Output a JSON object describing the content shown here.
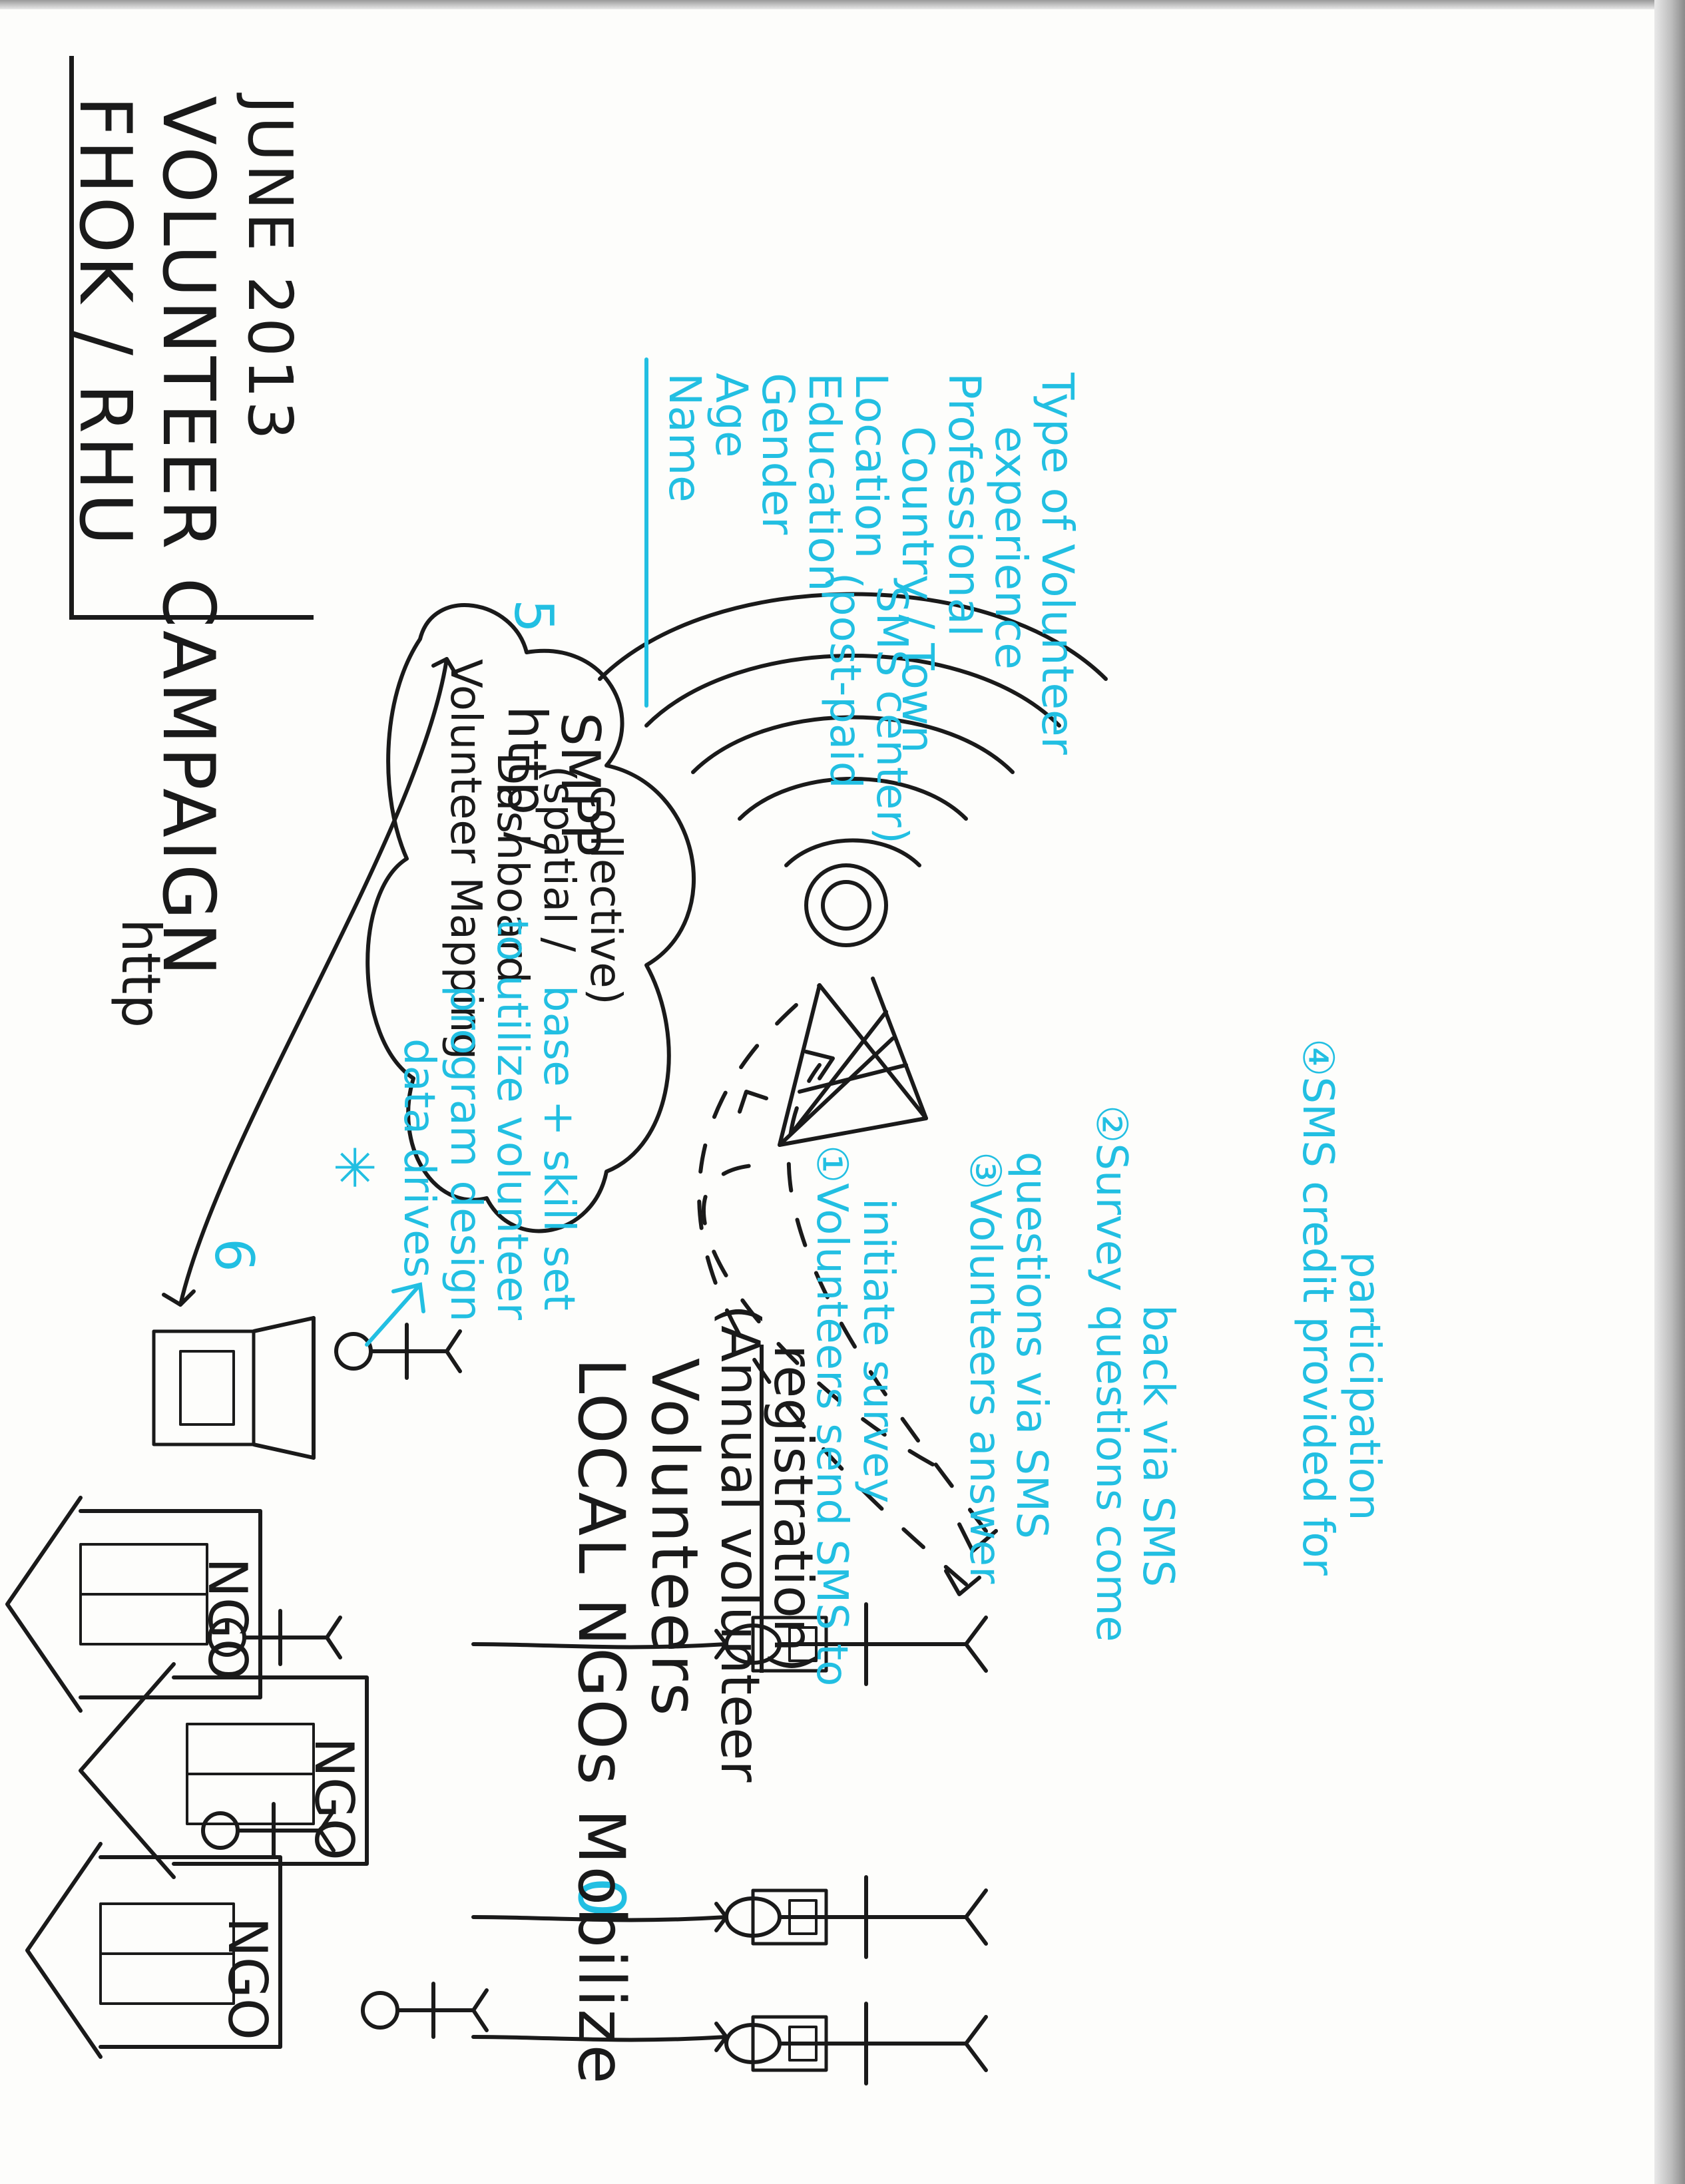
{
  "title": {
    "line1": "FHOK / RHU",
    "line2": "VOLUNTEER CAMPAIGN",
    "line3": "JUNE 2013"
  },
  "ngo": {
    "label": "NGO"
  },
  "step0": {
    "number": "0",
    "text": "LOCAL NGOs Mobilize"
  },
  "volunteers": {
    "title": "Volunteers",
    "paren_line1": "(Annual volunteer",
    "paren_line2": "registration)"
  },
  "step1": {
    "line1": "①Volunteers send SMS to",
    "line2": "initiate survey"
  },
  "step2": {
    "line1": "②Survey questions come",
    "line2": "back via SMS"
  },
  "step3": {
    "line1": "③Volunteers answer",
    "line2": "questions via SMS"
  },
  "step4": {
    "line1": "④SMS credit provided for",
    "line2": "participation"
  },
  "step5": {
    "number": "5",
    "line1": "Volunteer Mapping",
    "line2": "Dashboard",
    "line3": "(spatial /",
    "line4": "collective)"
  },
  "step6": {
    "number": "6",
    "star": "✳",
    "line1": "data drives",
    "line2": "program design",
    "line3": "to utilize volunteer",
    "line4": "base + skill set"
  },
  "links": {
    "http": "http",
    "http_smpp_1": "http /",
    "http_smpp_2": "SMPP"
  },
  "sms_center": {
    "line1": "(post-paid",
    "line2": "SMS center)"
  },
  "fields": [
    "Name",
    "Age",
    "Gender",
    "Education",
    "Location",
    "Country / Town",
    "Professional",
    "experience",
    "Type of Volunteer"
  ],
  "colors": {
    "ink": "#1a1a1a",
    "cyan": "#22bfe2",
    "paper": "#fdfdfb"
  },
  "icons": [
    "house-icon",
    "person-icon",
    "phone-icon",
    "laptop-icon",
    "cell-tower-icon",
    "cloud-icon",
    "star-icon"
  ]
}
